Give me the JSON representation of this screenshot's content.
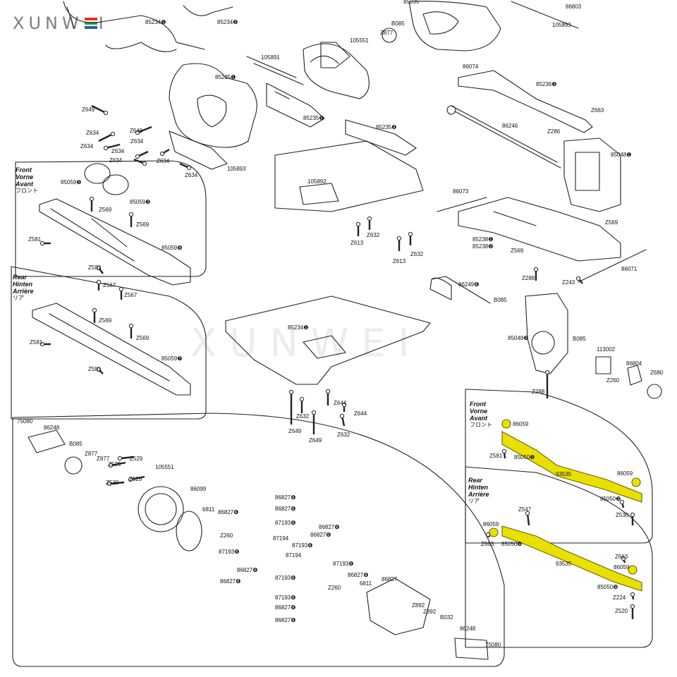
{
  "brand": {
    "name_part1": "XUNW",
    "name_part2": "I",
    "bar_colors": [
      "#e63329",
      "#2e9d3a",
      "#2a5fb0"
    ]
  },
  "watermark": {
    "text": "XUNWEI"
  },
  "highlight_color": "#e8e000",
  "sections": {
    "front_top": {
      "en": "Front",
      "de": "Vorne",
      "fr": "Avant",
      "ja": "フロント"
    },
    "rear_top": {
      "en": "Rear",
      "de": "Hinten",
      "fr": "Arrière",
      "ja": "リア"
    },
    "front_link": {
      "en": "Front",
      "de": "Vorne",
      "fr": "Avant",
      "ja": "フロント"
    },
    "rear_link": {
      "en": "Rear",
      "de": "Hinten",
      "fr": "Arrière",
      "ja": "リア"
    }
  },
  "labels": {
    "p85234a": "85234❶",
    "p85234b": "85234❷",
    "p85235a": "85235",
    "p105893a": "105893",
    "p86803": "86803",
    "pB085a": "B085",
    "pZ877a": "Z877",
    "p105551a": "105551",
    "p105891": "105891",
    "p85235b": "85235❶",
    "p85235c": "85235❶",
    "p86074": "86074",
    "p85236": "85236❷",
    "p86246": "86246",
    "pZ663a": "Z663",
    "pZ286": "Z286",
    "p85048a": "85048❶",
    "p85235d": "85235❷",
    "pZ649a": "Z649",
    "pZ634a": "Z634",
    "pZ649b": "Z649",
    "pZ634b": "Z634",
    "pZ634c": "Z634",
    "pZ634d": "Z634",
    "pZ634e": "Z634",
    "pZ634f": "Z634",
    "p105893b": "105893",
    "p105892": "105892",
    "p86073": "86073",
    "pZ569a": "Z569",
    "p85238a": "85238❶",
    "p85238b": "85238❷",
    "pZ613a": "Z613",
    "pZ632a": "Z632",
    "pZ613b": "Z613",
    "pZ632b": "Z632",
    "pZ569b": "Z569",
    "p86071": "86071",
    "p85059a": "85059❺",
    "p85059b": "85059❸",
    "pZ569c": "Z569",
    "pZ569d": "Z569",
    "pZ581a": "Z581",
    "p85059c": "85059❹",
    "pZ581b": "Z581",
    "pZ567a": "Z567",
    "pZ567b": "Z567",
    "pZ288a": "Z288",
    "pZ243": "Z243",
    "p86249": "86249❻",
    "pB085b": "B085",
    "p85234c": "85234❶",
    "p85048b": "85048❷",
    "pB085c": "B085",
    "p113002": "113002",
    "p86804": "86804",
    "pZ680": "Z680",
    "pZ260a": "Z260",
    "pZ288b": "Z288",
    "pZ569e": "Z569",
    "pZ569f": "Z569",
    "pZ581c": "Z581",
    "p85059d": "85059❼",
    "pZ581d": "Z581",
    "pZ632c": "Z632",
    "pZ644a": "Z644",
    "pZ644b": "Z644",
    "pZ649c": "Z649",
    "pZ649d": "Z649",
    "pZ632d": "Z632",
    "p86059a": "86059",
    "pZ581e": "Z581",
    "p85050a": "85050❸",
    "p93535a": "93535",
    "p86059b": "86059",
    "p85050b": "85050❸",
    "pZ530": "Z530",
    "pZ547": "Z547",
    "p86059c": "86059",
    "pZ663b": "Z663",
    "p85050c": "85050❾",
    "p93535b": "93535",
    "pZ663c": "Z663",
    "p86059d": "86059",
    "p85050d": "85050❾",
    "pZ224": "Z224",
    "pZ520": "Z520",
    "p75080a": "75080",
    "p86248a": "86248",
    "pB085d": "B085",
    "pZ877b": "Z877",
    "pZ877c": "Z877",
    "pZ529a": "Z529",
    "pZ529b": "Z529",
    "pZ529c": "Z529",
    "pZ529d": "Z529",
    "p105551b": "105551",
    "p86099": "86099",
    "p6811a": "6811",
    "p86827a": "86827❻",
    "p86827b": "86827❻",
    "p86827c": "86827❻",
    "p87193a": "87193❻",
    "pZ260b": "Z260",
    "p87194a": "87194",
    "p87193b": "87193❻",
    "p86827d": "86827❻",
    "p86827e": "86827❻",
    "p87193c": "87193❻",
    "p87194b": "87194",
    "p87193d": "87193❻",
    "p86827f": "86827❻",
    "p86827g": "86827❻",
    "p87193e": "87193❻",
    "p86827h": "86827❻",
    "pZ260c": "Z260",
    "p6811b": "6811",
    "p86827i": "86827",
    "p87193f": "87193❻",
    "p86827j": "86827❻",
    "p86827k": "86827❻",
    "pZ892a": "Z892",
    "pZ892b": "Z892",
    "pB032": "B032",
    "p86248b": "86248",
    "p75080b": "75080"
  }
}
